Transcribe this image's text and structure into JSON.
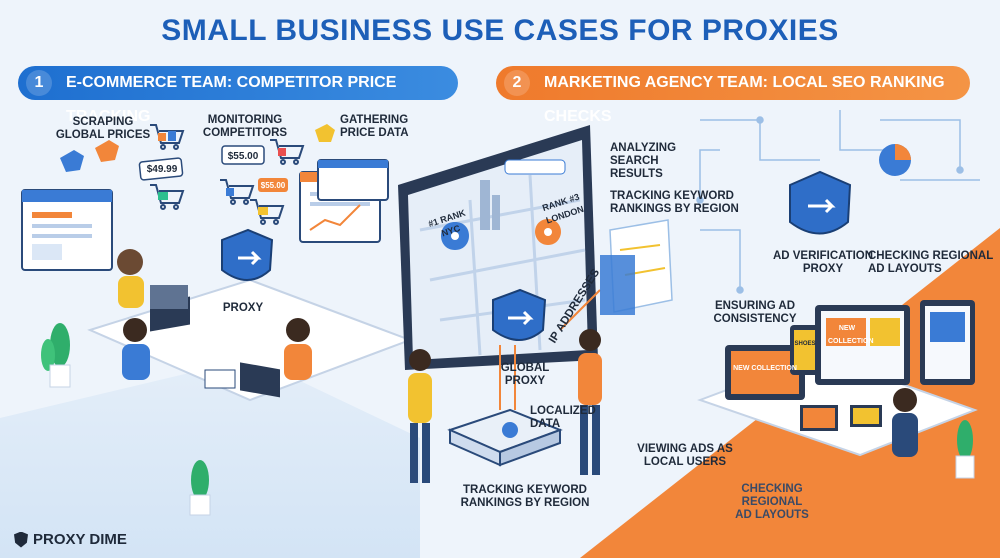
{
  "title": "SMALL BUSINESS USE CASES FOR PROXIES",
  "sections": [
    {
      "number": "1",
      "heading": "E-COMMERCE TEAM: COMPETITOR PRICE TRACKING"
    },
    {
      "number": "2",
      "heading": "MARKETING AGENCY TEAM: LOCAL SEO RANKING CHECKS"
    }
  ],
  "left_labels": {
    "scraping": "SCRAPING\nGLOBAL PRICES",
    "monitoring": "MONITORING\nCOMPETITORS",
    "gathering": "GATHERING\nPRICE DATA",
    "proxy": "PROXY"
  },
  "price_tags": [
    "$49.99",
    "$55.00",
    "$55.00"
  ],
  "middle_labels": {
    "analyzing": "ANALYZING\nSEARCH\nRESULTS",
    "tracking_region": "TRACKING KEYWORD\nRANKINGS BY REGION",
    "ip_addresses": "IP ADDRESSES",
    "global_proxy": "GLOBAL PROXY",
    "localized_data": "LOCALIZED\nDATA",
    "tracking_bottom": "TRACKING KEYWORD\nRANKINGS BY REGION"
  },
  "map_pins": [
    "#1 RANK NYC",
    "RANK #3 LONDON"
  ],
  "right_labels": {
    "ad_verification": "AD VERIFICATION\nPROXY",
    "checking_regional_top": "CHECKING REGIONAL\nAD LAYOUTS",
    "ensuring": "ENSURING AD\nCONSISTENCY",
    "viewing": "VIEWING ADS AS\nLOCAL USERS",
    "checking_regional_bottom": "CHECKING\nREGIONAL\nAD LAYOUTS"
  },
  "ad_screen_text": [
    "NEW COLLECTION",
    "SHOES",
    "NEW COLLECTION"
  ],
  "brand": "PROXY DIME",
  "colors": {
    "blue": "#1e6fd0",
    "orange": "#f2863a",
    "navy": "#1f2a3a"
  }
}
